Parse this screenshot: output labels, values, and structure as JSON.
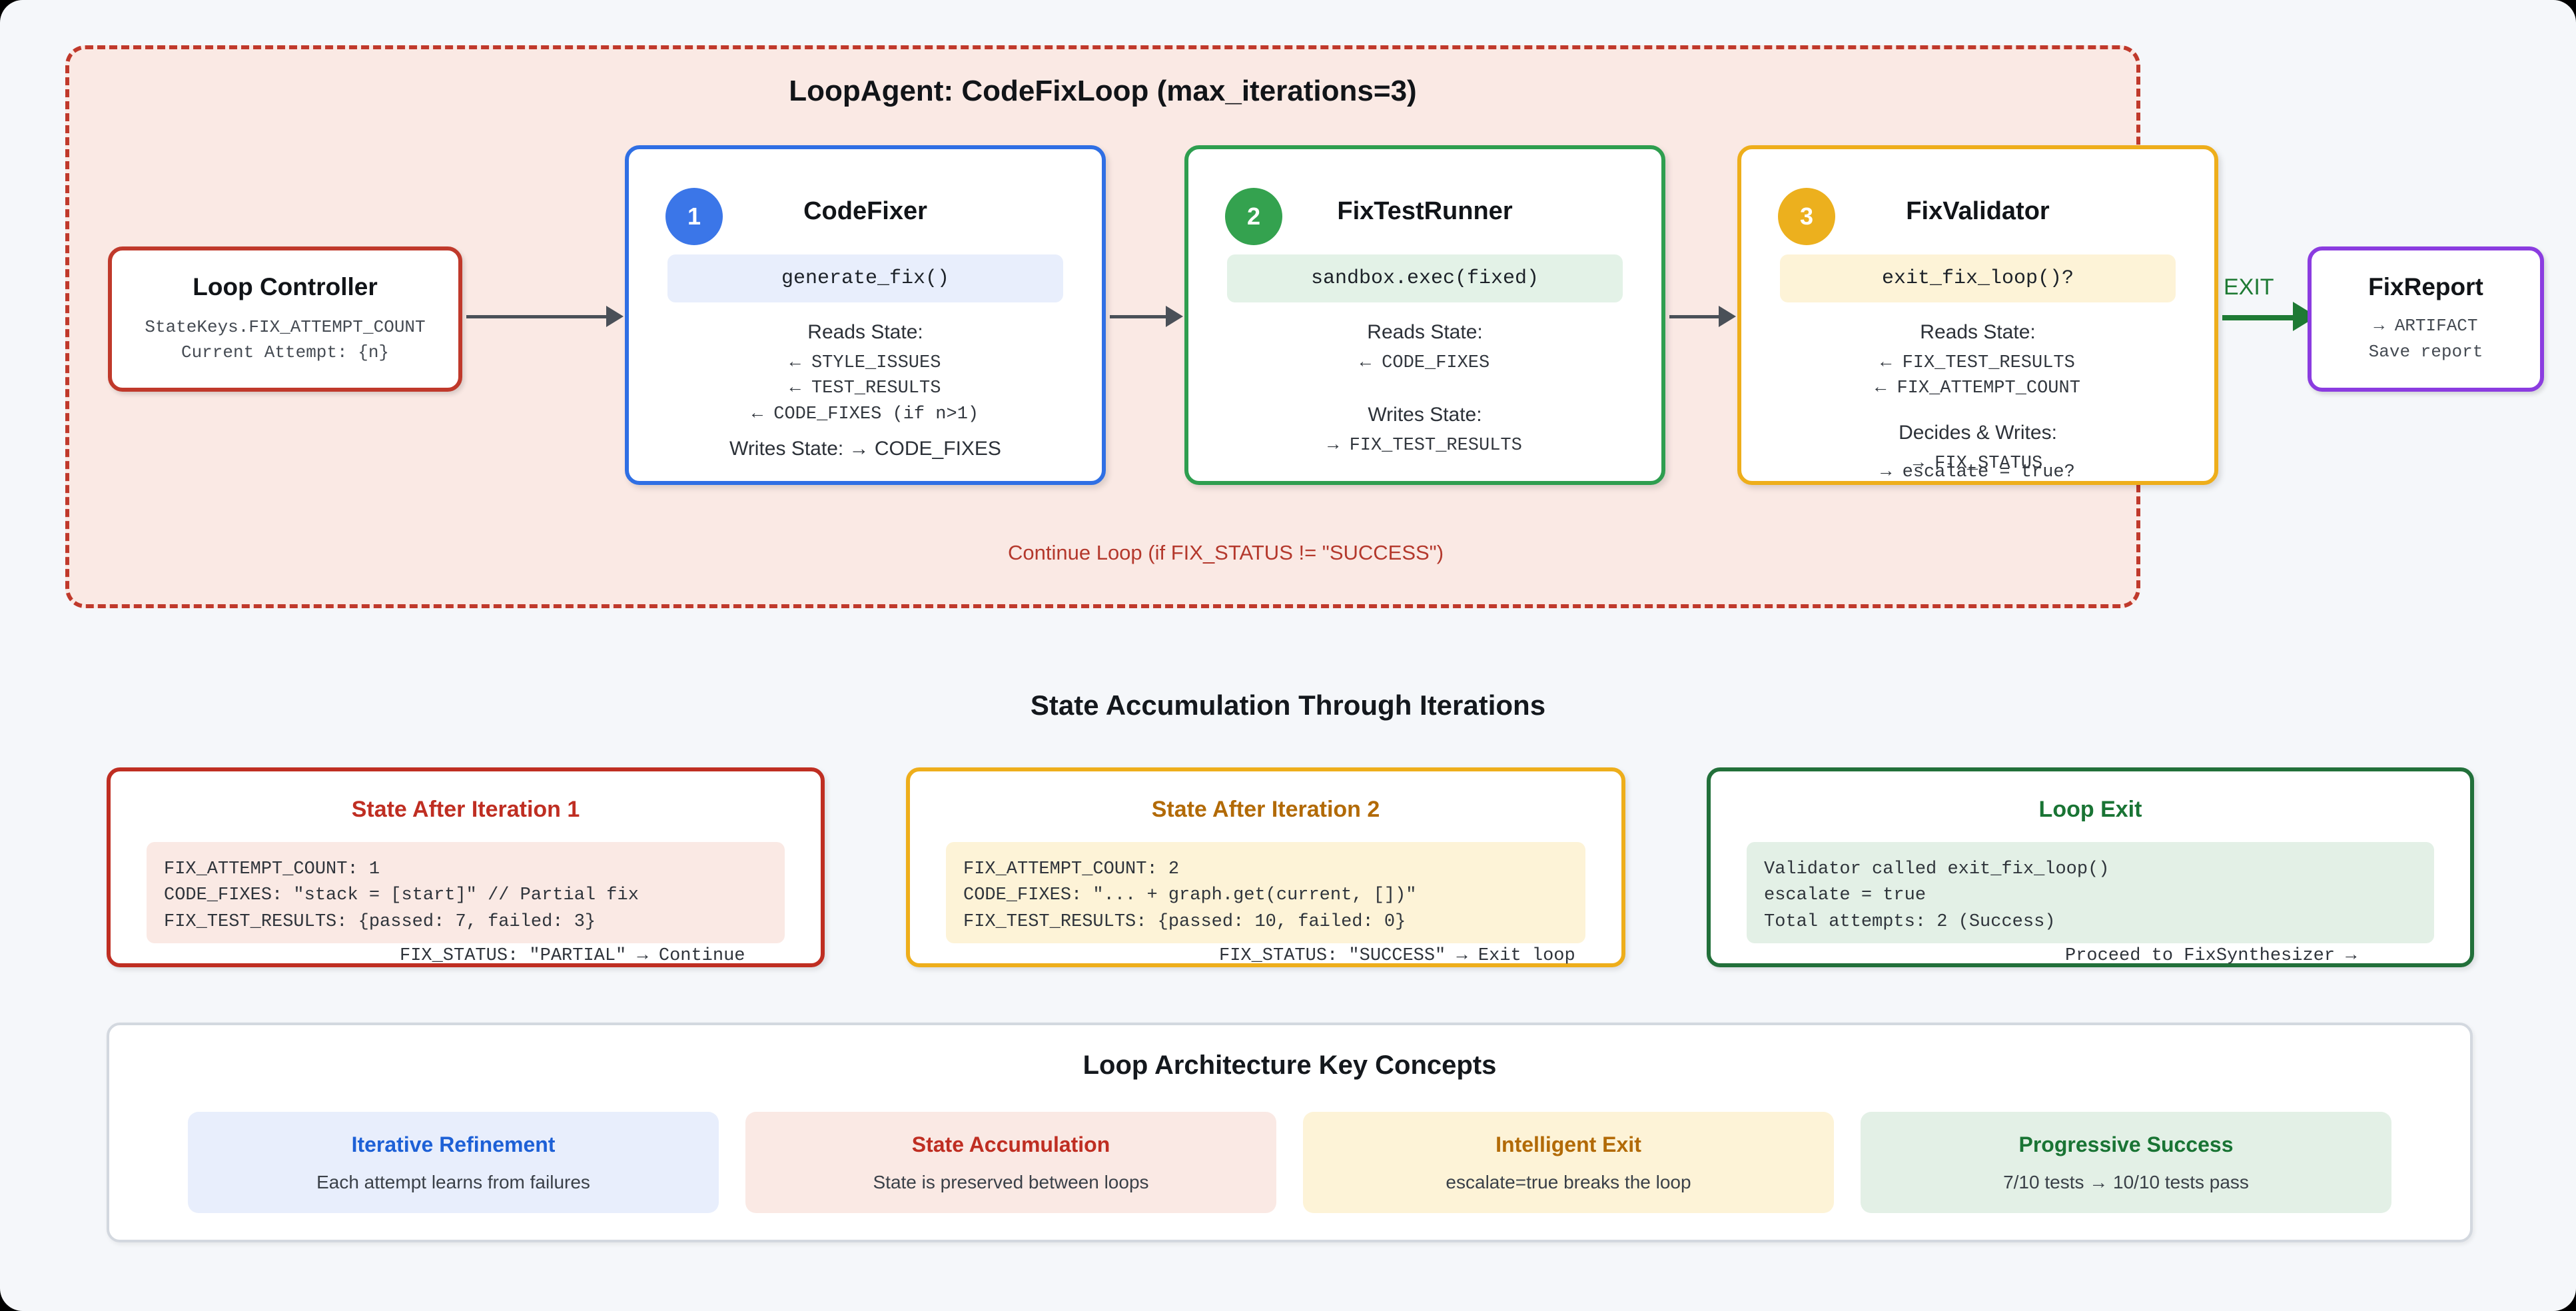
{
  "loop": {
    "title": "LoopAgent: CodeFixLoop (max_iterations=3)",
    "controller": {
      "title": "Loop Controller",
      "state_key": "StateKeys.FIX_ATTEMPT_COUNT",
      "attempt": "Current Attempt: {n}"
    },
    "agents": [
      {
        "number": "1",
        "name": "CodeFixer",
        "method": "generate_fix()",
        "reads_label": "Reads State:",
        "reads": [
          "← STYLE_ISSUES",
          "← TEST_RESULTS",
          "← CODE_FIXES (if n>1)"
        ],
        "writes_inline": "Writes State: → CODE_FIXES",
        "writes_label": "",
        "writes": [],
        "overflow": ""
      },
      {
        "number": "2",
        "name": "FixTestRunner",
        "method": "sandbox.exec(fixed)",
        "reads_label": "Reads State:",
        "reads": [
          "← CODE_FIXES"
        ],
        "writes_inline": "",
        "writes_label": "Writes State:",
        "writes": [
          "→ FIX_TEST_RESULTS"
        ],
        "overflow": ""
      },
      {
        "number": "3",
        "name": "FixValidator",
        "method": "exit_fix_loop()?",
        "reads_label": "Reads State:",
        "reads": [
          "← FIX_TEST_RESULTS",
          "← FIX_ATTEMPT_COUNT"
        ],
        "writes_inline": "",
        "writes_label": "Decides & Writes:",
        "writes": [
          "→ FIX_STATUS"
        ],
        "overflow": "→ escalate = true?"
      }
    ],
    "exit_label": "EXIT",
    "report": {
      "title": "FixReport",
      "line1": "→ ARTIFACT",
      "line2": "Save report"
    },
    "continue_label": "Continue Loop (if FIX_STATUS != \"SUCCESS\")"
  },
  "state_section": {
    "heading": "State Accumulation Through Iterations",
    "cards": [
      {
        "title": "State After Iteration 1",
        "lines": [
          "FIX_ATTEMPT_COUNT: 1",
          "CODE_FIXES: \"stack = [start]\" // Partial fix",
          "FIX_TEST_RESULTS: {passed: 7, failed: 3}"
        ],
        "footer": "FIX_STATUS: \"PARTIAL\" → Continue"
      },
      {
        "title": "State After Iteration 2",
        "lines": [
          "FIX_ATTEMPT_COUNT: 2",
          "CODE_FIXES: \"... + graph.get(current, [])\"",
          "FIX_TEST_RESULTS: {passed: 10, failed: 0}"
        ],
        "footer": "FIX_STATUS: \"SUCCESS\" → Exit loop"
      },
      {
        "title": "Loop Exit",
        "lines": [
          "Validator called exit_fix_loop()",
          "escalate = true",
          "Total attempts: 2 (Success)"
        ],
        "footer": "Proceed to FixSynthesizer →"
      }
    ]
  },
  "concepts": {
    "heading": "Loop Architecture Key Concepts",
    "items": [
      {
        "title": "Iterative Refinement",
        "desc": "Each attempt learns from failures"
      },
      {
        "title": "State Accumulation",
        "desc": "State is preserved between loops"
      },
      {
        "title": "Intelligent Exit",
        "desc": "escalate=true breaks the loop"
      },
      {
        "title": "Progressive Success",
        "desc": "7/10 tests → 10/10 tests pass"
      }
    ]
  },
  "colors": {
    "loop_border": "#c0392b",
    "loop_fill": "#fae9e4",
    "agent1": "#2f6fe4",
    "agent2": "#2e9e4f",
    "agent3": "#eeae1b",
    "report": "#8b3ce0",
    "exit": "#1e7a34",
    "page_bg": "#f5f7fa"
  }
}
